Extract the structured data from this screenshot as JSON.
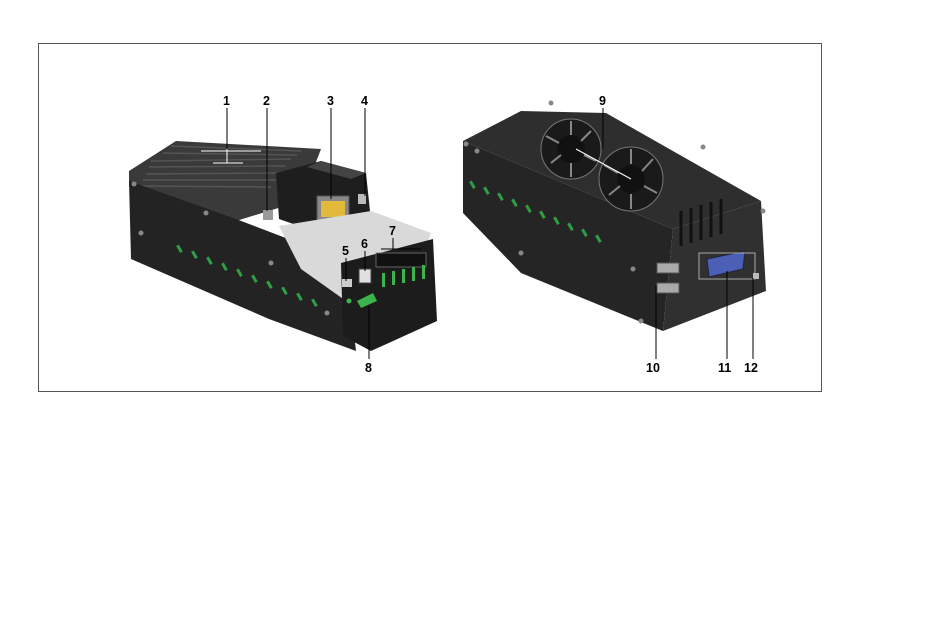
{
  "figure": {
    "callouts": [
      {
        "label": "1"
      },
      {
        "label": "2"
      },
      {
        "label": "3"
      },
      {
        "label": "4"
      },
      {
        "label": "5"
      },
      {
        "label": "6"
      },
      {
        "label": "7"
      },
      {
        "label": "8"
      },
      {
        "label": "9"
      },
      {
        "label": "10"
      },
      {
        "label": "11"
      },
      {
        "label": "12"
      }
    ],
    "colors": {
      "body": "#2b2b2b",
      "body_dark": "#1a1a1a",
      "top_face": "#3a3a3a",
      "plate": "#d9d9d9",
      "led_green": "#3cb44b",
      "vga_blue": "#4a5fb5",
      "rj45_yellow": "#e2b93b"
    },
    "icons": {
      "left_device": "embedded-pc-front-view",
      "right_device": "embedded-pc-rear-view"
    }
  }
}
